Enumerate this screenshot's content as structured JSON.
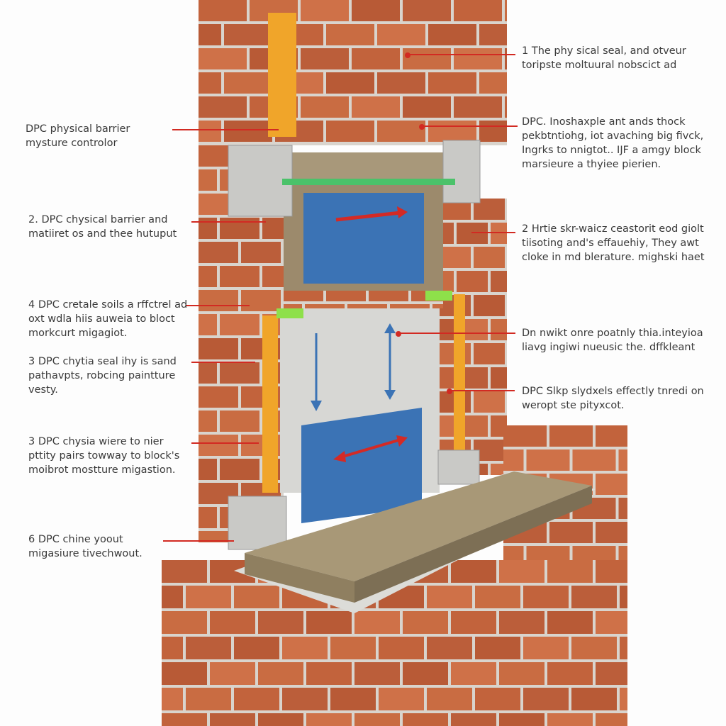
{
  "colors": {
    "brick": "#c2633c",
    "mortar": "#d9d4cd",
    "insulation": "#f0a52a",
    "board": "#3b73b5",
    "arrow": "#d42a25",
    "dpc_green": "#4bc26a",
    "leader": "#d22a22"
  },
  "left_labels": [
    {
      "title": "DPC physical barrier",
      "sub": "mysture controlor"
    },
    {
      "text": "2. DPC chysical barrier and matiiret os and thee hutuput"
    },
    {
      "text": "4  DPC cretale soils a rffctrel ad oxt wdla hiis auweia to bloct morkcurt migagiot."
    },
    {
      "text": "3  DPC chytia seal ihy is sand pathavpts, robcing paintture vesty."
    },
    {
      "text": "3  DPC chysia wiere to nier pttity pairs towway to block's moibrot mostture migastion."
    },
    {
      "text": "6  DPC chine yoout migasiure tivechwout."
    }
  ],
  "right_labels": [
    {
      "text": "1  The phy sical seal, and otveur toripste moltuural nobscict ad"
    },
    {
      "text": "DPC. Inoshaxple ant ands thock pekbtntiohg, iot avaching big fivck, Ingrks to nnigtot.. IJF a amgy block marsieure a thyiee pierien."
    },
    {
      "text": "2  Hrtie skr-waicz ceastorit eod giolt tiisoting and's effauehiy, They awt cloke in md  blerature. mighski haet"
    },
    {
      "text": "Dn nwikt onre poatnly thia.inteyioa liavg ingiwi nueusic the. dffkleant"
    },
    {
      "text": "DPC Slkp slydxels effectly tnredi on weropt ste pityxcot."
    }
  ]
}
